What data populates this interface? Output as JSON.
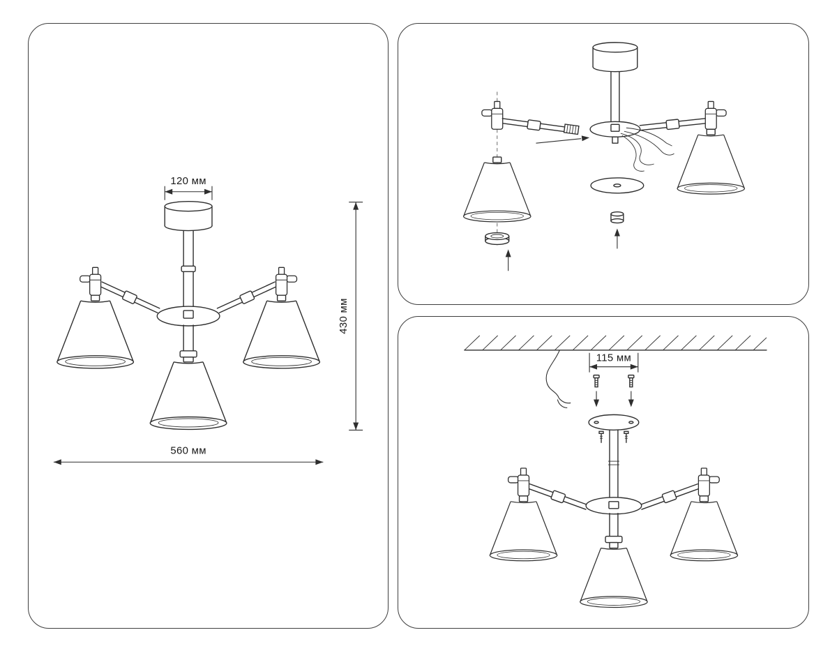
{
  "panels": {
    "dimensions": {
      "dim_canopy_width": "120 мм",
      "dim_height": "430 мм",
      "dim_total_width": "560 мм"
    },
    "installation": {
      "dim_hole_spacing": "115 мм"
    }
  },
  "colors": {
    "line": "#2e2e2e",
    "panel_border": "#3e3e3e",
    "background": "#ffffff"
  }
}
